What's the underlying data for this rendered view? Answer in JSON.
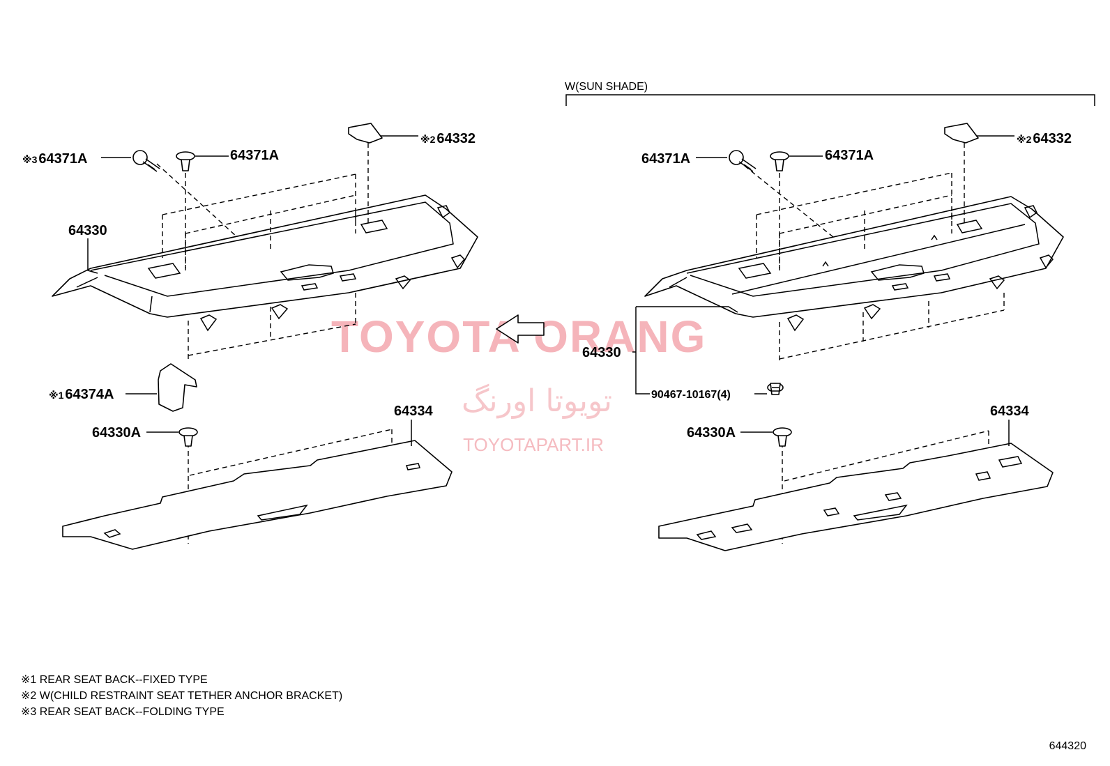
{
  "variant_label": "W(SUN SHADE)",
  "left": {
    "callouts": {
      "clip_folding": {
        "mark": "※3",
        "part": "64371A"
      },
      "clip_top": "64371A",
      "bracket_cover": {
        "mark": "※2",
        "part": "64332"
      },
      "board": "64330",
      "bracket_fixed": {
        "mark": "※1",
        "part": "64374A"
      },
      "clip_lower": "64330A",
      "silencer": "64334"
    }
  },
  "right": {
    "callouts": {
      "clip_a": "64371A",
      "clip_top": "64371A",
      "bracket_cover": {
        "mark": "※2",
        "part": "64332"
      },
      "board": "64330",
      "fastener": "90467-10167(4)",
      "clip_lower": "64330A",
      "silencer": "64334"
    }
  },
  "watermark": {
    "brand": "TOYOTA ORANG",
    "persian": "تویوتا اورنگ",
    "site": "TOYOTAPART.IR"
  },
  "notes": [
    "※1 REAR SEAT BACK--FIXED TYPE",
    "※2 W(CHILD RESTRAINT SEAT TETHER ANCHOR BRACKET)",
    "※3 REAR SEAT BACK--FOLDING TYPE"
  ],
  "figure_number": "644320"
}
